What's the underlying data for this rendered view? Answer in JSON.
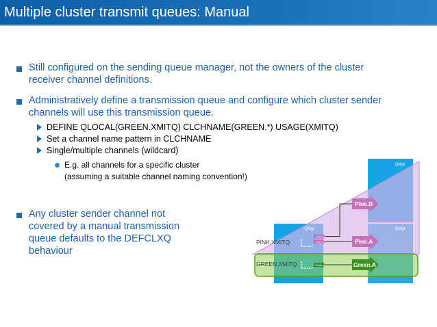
{
  "title": "Multiple cluster transmit queues: Manual",
  "bullets": [
    {
      "lines": [
        "Still configured on the sending queue manager, not the owners of the cluster",
        "receiver channel definitions."
      ]
    },
    {
      "lines": [
        "Administratively define a transmission queue and configure which cluster sender",
        "channels will use this transmission queue."
      ],
      "sub": [
        "DEFINE QLOCAL(GREEN.XMITQ) CLCHNAME(GREEN.*) USAGE(XMITQ)",
        "Set a channel name pattern in CLCHNAME",
        "Single/multiple channels (wildcard)"
      ],
      "subsub": [
        "E.g. all channels for a specific cluster",
        "(assuming a suitable channel naming convention!)"
      ]
    },
    {
      "lines": [
        "Any cluster sender channel not",
        "covered by a manual transmission",
        "queue defaults to the DEFCLXQ",
        "behaviour"
      ]
    }
  ],
  "diagram": {
    "qmgr_label": "QMgr",
    "pink_xmitq": "PINK.XMITQ",
    "green_xmitq": "GREEN.XMITQ",
    "channel_pink_b": "Pink.B",
    "channel_pink_a": "Pink.A",
    "channel_green_a": "Green.A",
    "mini_pink_b": "Pink.B",
    "mini_pink_a": "Pink.A",
    "mini_green_a": "Green.A",
    "colors": {
      "qmgr_blue": "#16a3e6",
      "pink_arrow": "#c471b8",
      "pink_cluster": "#d9b5e6",
      "green_arrow": "#3f8f23",
      "green_cluster": "#92d050"
    }
  }
}
